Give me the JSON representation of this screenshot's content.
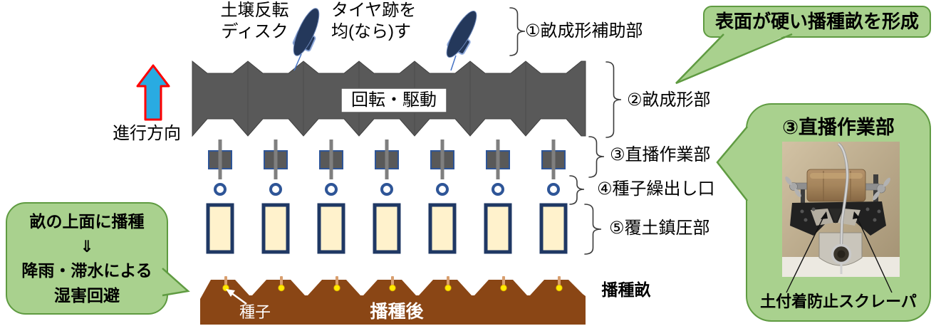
{
  "colors": {
    "band_gray": "#595959",
    "disk_navy": "#24385B",
    "unit_border_blue": "#2E5597",
    "hopper_fill_cream": "#FFF2CC",
    "hopper_border_navy": "#1F3864",
    "ground_brown": "#8A4615",
    "seed_yellow": "#FFEA00",
    "direction_arrow_fill": "#29ABE2",
    "direction_arrow_border": "#FF0000",
    "callout_fill_green": "#A9D18E",
    "callout_border_green": "#5F9B41"
  },
  "annotations": {
    "disk_label": "土壌反転\nディスク",
    "tire_label": "タイヤ跡を\n均(なら)す",
    "direction_label": "進行方向",
    "drive_label": "回転・駆動",
    "bracket_labels": [
      {
        "label": "①畝成形補助部"
      },
      {
        "label": "②畝成形部"
      },
      {
        "label": "③直播作業部"
      },
      {
        "label": "④種子繰出し口"
      },
      {
        "label": "⑤覆土鎮圧部"
      }
    ],
    "seed_label": "種子",
    "after_seeding_label": "播種後",
    "ridge_label": "播種畝"
  },
  "callouts": {
    "top_right": "表面が硬い播種畝を形成",
    "left_lines": "畝の上面に播種\n⇓\n降雨・滞水による\n湿害回避",
    "right_panel": {
      "title": "③直播作業部",
      "caption": "土付着防止スクレーパ"
    }
  },
  "machine": {
    "unit_count": 7,
    "ridge_count": 7
  }
}
